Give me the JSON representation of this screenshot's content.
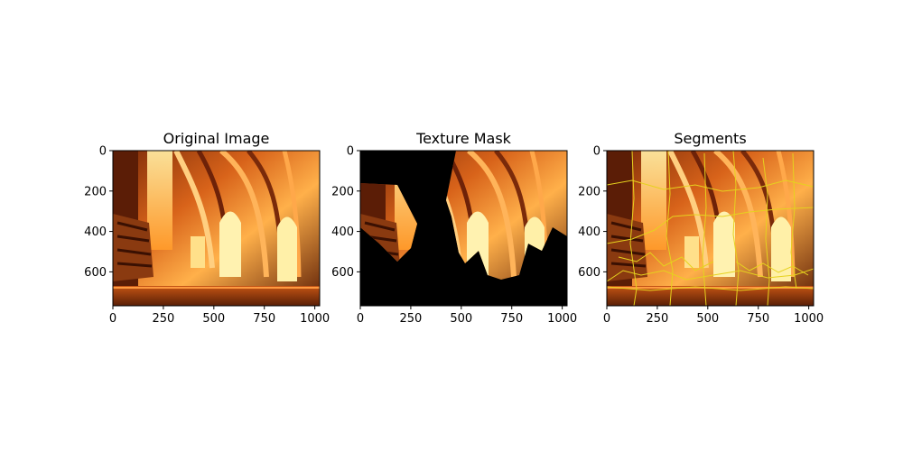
{
  "figure": {
    "background": "#ffffff"
  },
  "chart_data": [
    {
      "type": "image",
      "title": "Original Image",
      "xticks": [
        0,
        250,
        500,
        750,
        1000
      ],
      "yticks": [
        0,
        200,
        400,
        600
      ],
      "xlim": [
        0,
        1024
      ],
      "ylim": [
        768,
        0
      ],
      "content": "cathedral-interior-photo"
    },
    {
      "type": "image",
      "title": "Texture Mask",
      "xticks": [
        0,
        250,
        500,
        750,
        1000
      ],
      "yticks": [
        0,
        200,
        400,
        600
      ],
      "xlim": [
        0,
        1024
      ],
      "ylim": [
        768,
        0
      ],
      "content": "masked-photo-black-background"
    },
    {
      "type": "image",
      "title": "Segments",
      "xticks": [
        0,
        250,
        500,
        750,
        1000
      ],
      "yticks": [
        0,
        200,
        400,
        600
      ],
      "xlim": [
        0,
        1024
      ],
      "ylim": [
        768,
        0
      ],
      "content": "photo-with-yellow-segment-boundaries",
      "boundary_color": "#e6d21e"
    }
  ]
}
